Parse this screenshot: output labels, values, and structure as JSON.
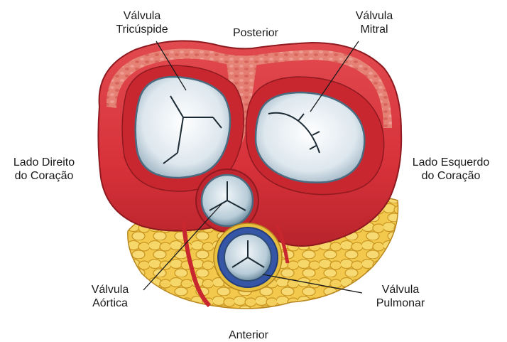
{
  "labels": {
    "tricuspid": [
      "Válvula",
      "Tricúspide"
    ],
    "posterior": "Posterior",
    "mitral": [
      "Válvula",
      "Mitral"
    ],
    "right_side": [
      "Lado Direito",
      "do Coração"
    ],
    "left_side": [
      "Lado Esquerdo",
      "do Coração"
    ],
    "aortic": [
      "Válvula",
      "Aórtica"
    ],
    "pulmonary": [
      "Válvula",
      "Pulmonar"
    ],
    "anterior": "Anterior"
  },
  "colors": {
    "muscle": "#d8323b",
    "muscle_dark": "#a81e26",
    "muscle_light": "#ec6b6e",
    "pericardium": "#e78a80",
    "fat": "#f2c84d",
    "fat_dark": "#c9951f",
    "valve_fill": "#e6eef2",
    "valve_edge": "#4a6b80",
    "pulmonary_ring": "#3556a6",
    "leader_line": "#1a1a1a"
  }
}
